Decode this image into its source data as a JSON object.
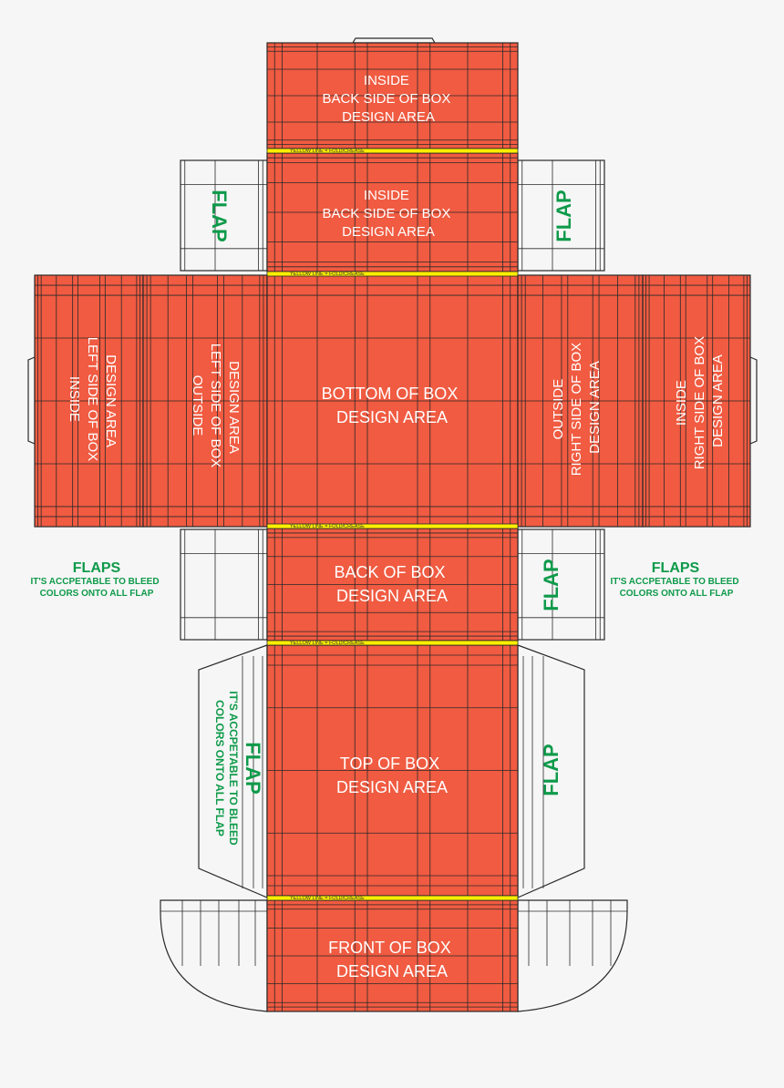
{
  "colors": {
    "panel": "#f05b41",
    "fold_line": "#ffef00",
    "note_text": "#0e9a4a",
    "background": "#f6f6f6"
  },
  "fold_label": "YELLOW LINE = FOLD/CREASE",
  "panels": {
    "inside_back_1": [
      "INSIDE",
      "BACK SIDE OF BOX",
      "DESIGN AREA"
    ],
    "inside_back_2": [
      "INSIDE",
      "BACK SIDE OF BOX",
      "DESIGN AREA"
    ],
    "inside_left": [
      "INSIDE",
      "LEFT SIDE OF BOX",
      "DESIGN AREA"
    ],
    "outside_left": [
      "OUTSIDE",
      "LEFT SIDE OF BOX",
      "DESIGN AREA"
    ],
    "bottom": [
      "BOTTOM OF BOX",
      "DESIGN AREA"
    ],
    "outside_right": [
      "OUTSIDE",
      "RIGHT SIDE OF BOX",
      "DESIGN AREA"
    ],
    "inside_right": [
      "INSIDE",
      "RIGHT SIDE OF BOX",
      "DESIGN AREA"
    ],
    "back": [
      "BACK OF BOX",
      "DESIGN AREA"
    ],
    "top": [
      "TOP OF BOX",
      "DESIGN AREA"
    ],
    "front": [
      "FRONT OF BOX",
      "DESIGN AREA"
    ]
  },
  "flap_label": "FLAP",
  "notes": {
    "title": "FLAPS",
    "line1": "IT'S ACCPETABLE TO BLEED",
    "line2": "COLORS ONTO ALL FLAP"
  }
}
